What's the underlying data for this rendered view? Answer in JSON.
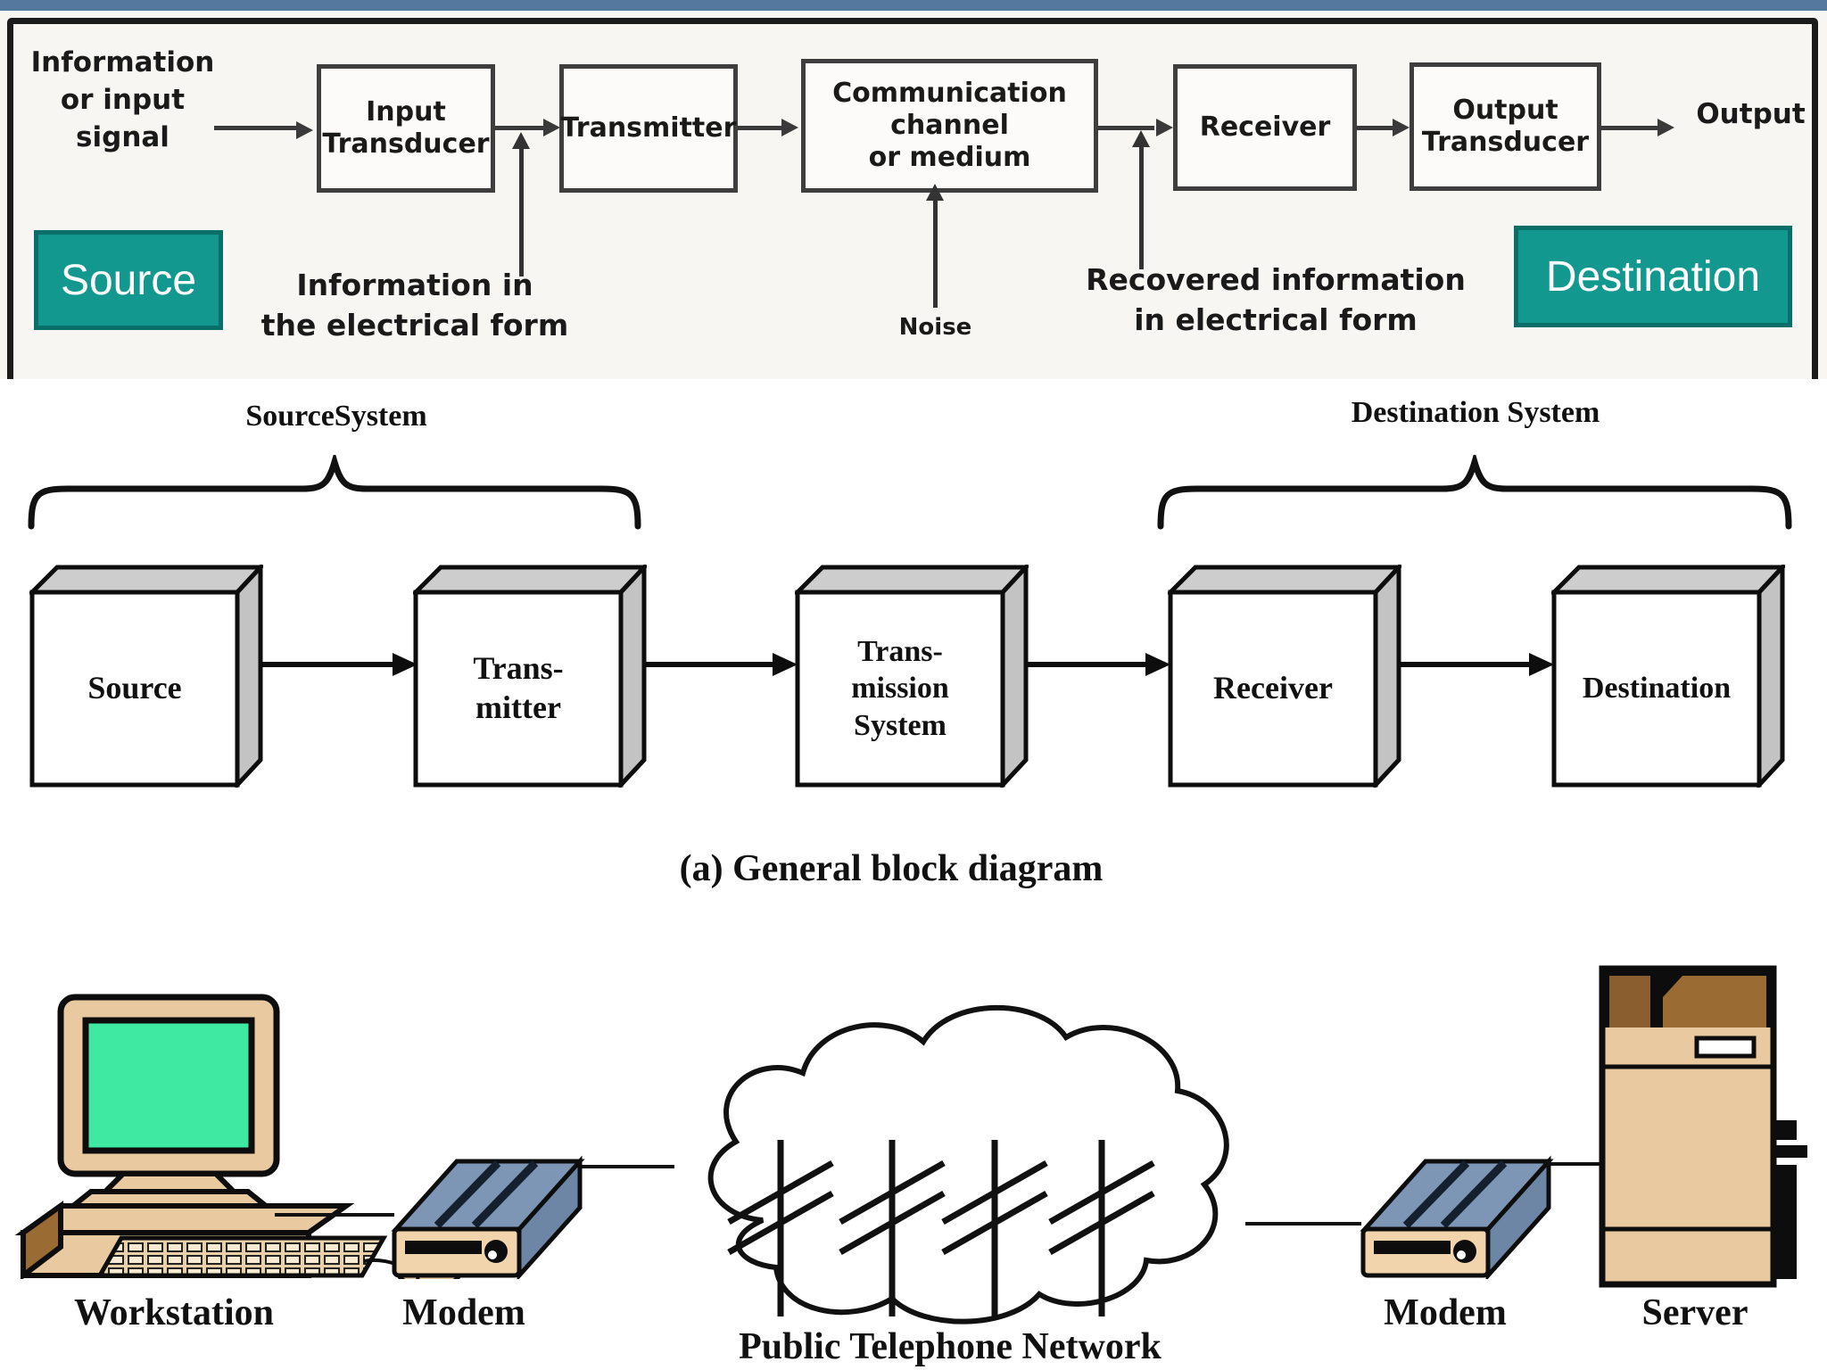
{
  "colors": {
    "top_bar": "#54789e",
    "teal": "#12988e",
    "teal_border": "#0b6f69",
    "screen_green": "#3fe9a2",
    "modem_blue": "#7e96b5",
    "modem_blue_dark": "#6d86a6",
    "beige": "#e9c9a0",
    "beige_light": "#f2d4ac",
    "brown": "#9a6b33",
    "brown_dark": "#8a5e2e"
  },
  "sketch": {
    "input_signal_lines": [
      "Information",
      "or input",
      "signal"
    ],
    "boxes": [
      {
        "lines": [
          "Input",
          "Transducer"
        ]
      },
      {
        "lines": [
          "Transmitter"
        ]
      },
      {
        "lines": [
          "Communication",
          "channel",
          "or medium"
        ]
      },
      {
        "lines": [
          "Receiver"
        ]
      },
      {
        "lines": [
          "Output",
          "Transducer"
        ]
      }
    ],
    "output_label": "Output",
    "source_badge": "Source",
    "destination_badge": "Destination",
    "electrical_lines": [
      "Information in",
      "the electrical form"
    ],
    "noise_label": "Noise",
    "recovered_lines": [
      "Recovered information",
      "in electrical form"
    ]
  },
  "block_diagram": {
    "source_system_label": "SourceSystem",
    "destination_system_label": "Destination System",
    "boxes": [
      {
        "lines": [
          "Source"
        ]
      },
      {
        "lines": [
          "Trans-",
          "mitter"
        ]
      },
      {
        "lines": [
          "Trans-",
          "mission",
          "System"
        ]
      },
      {
        "lines": [
          "Receiver"
        ]
      },
      {
        "lines": [
          "Destination"
        ]
      }
    ],
    "caption": "(a) General block diagram"
  },
  "network": {
    "workstation_label": "Workstation",
    "modem_left_label": "Modem",
    "cloud_label": "Public Telephone Network",
    "modem_right_label": "Modem",
    "server_label": "Server"
  }
}
